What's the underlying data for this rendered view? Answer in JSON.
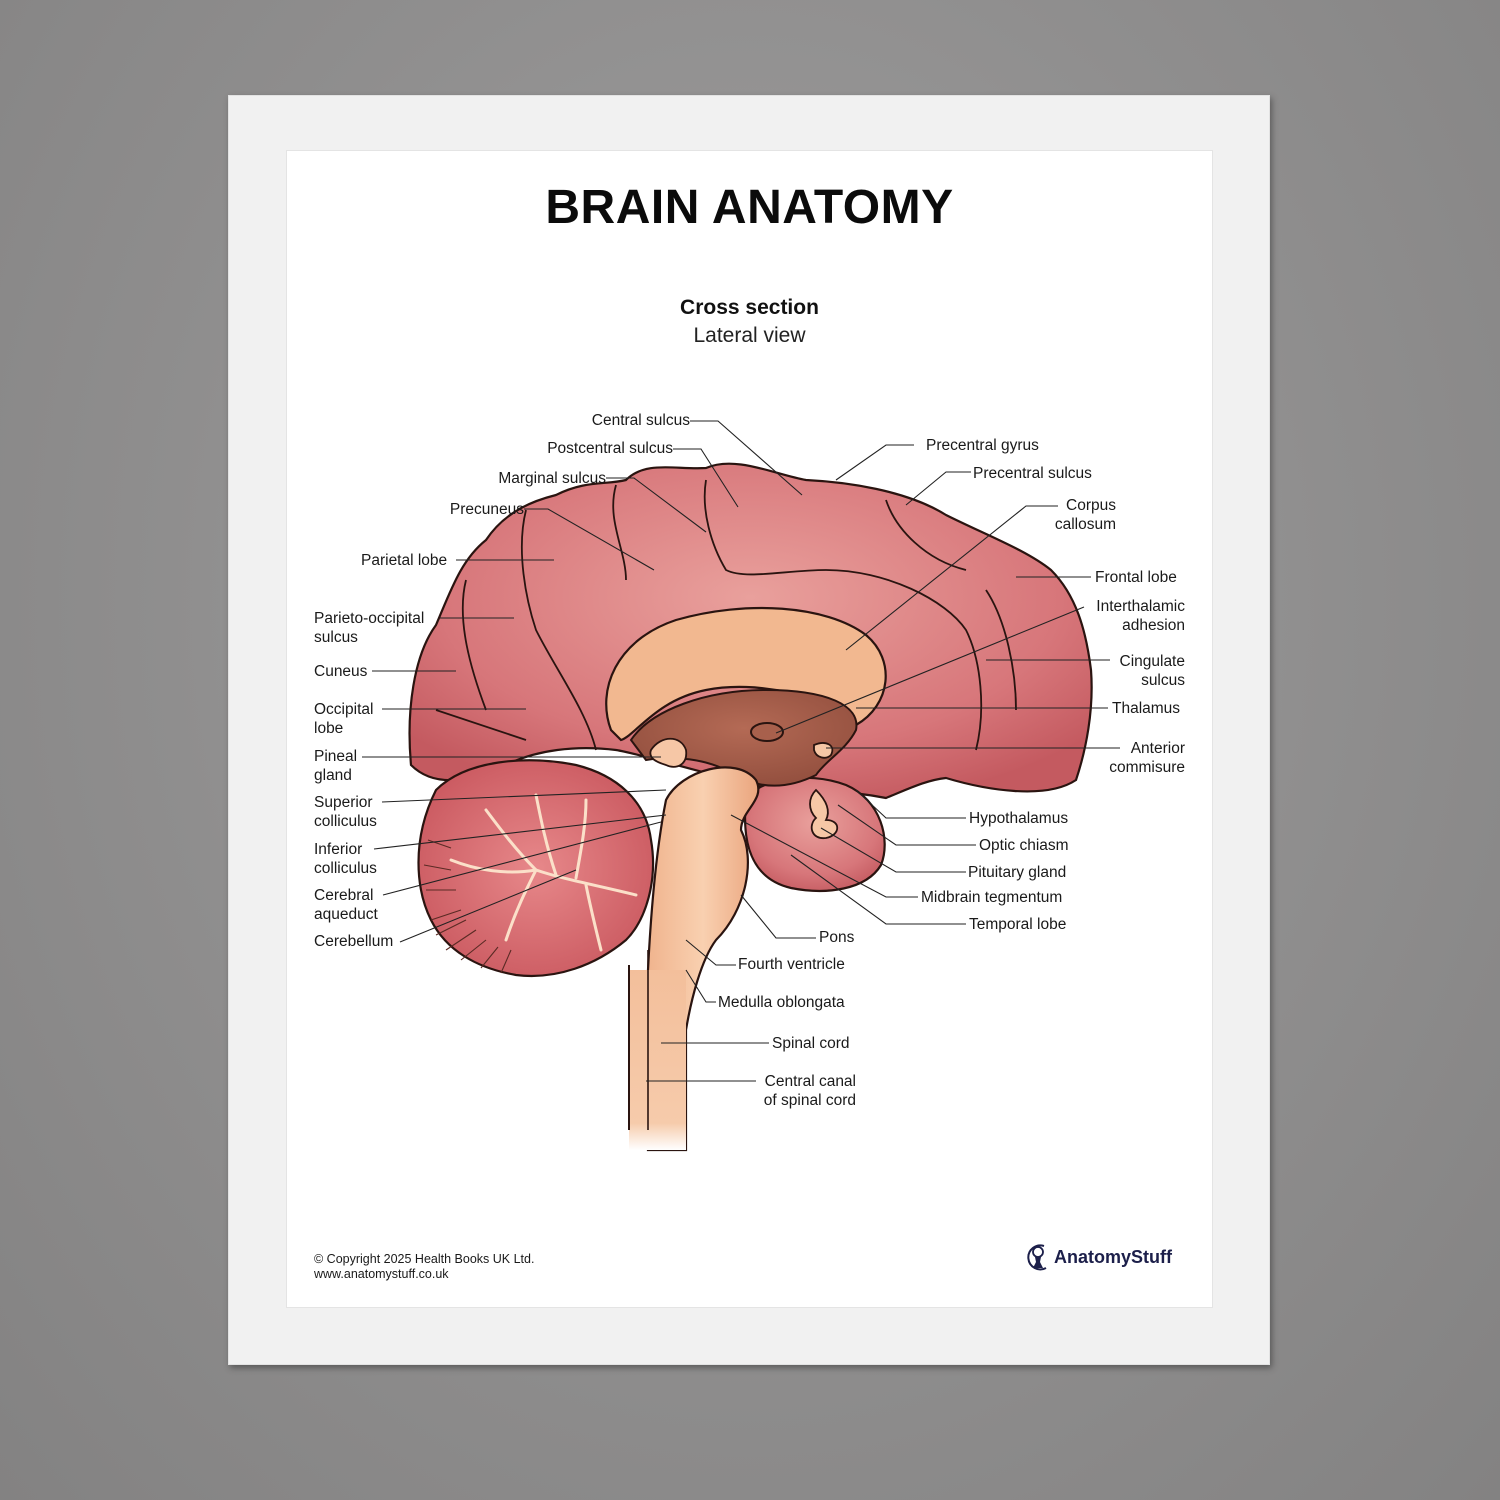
{
  "poster": {
    "title": "BRAIN ANATOMY",
    "subtitle": "Cross section",
    "view": "Lateral view"
  },
  "labels": {
    "left": [
      {
        "id": "central_sulcus",
        "text": "Central sulcus"
      },
      {
        "id": "postcentral_sulcus",
        "text": "Postcentral sulcus"
      },
      {
        "id": "marginal_sulcus",
        "text": "Marginal sulcus"
      },
      {
        "id": "precuneus",
        "text": "Precuneus"
      },
      {
        "id": "parietal_lobe",
        "text": "Parietal lobe"
      },
      {
        "id": "parieto_occipital_sulcus",
        "text": "Parieto-occipital\nsulcus"
      },
      {
        "id": "cuneus",
        "text": "Cuneus"
      },
      {
        "id": "occipital_lobe",
        "text": "Occipital\nlobe"
      },
      {
        "id": "pineal_gland",
        "text": "Pineal\ngland"
      },
      {
        "id": "superior_colliculus",
        "text": "Superior\ncolliculus"
      },
      {
        "id": "inferior_colliculus",
        "text": "Inferior\ncolliculus"
      },
      {
        "id": "cerebral_aqueduct",
        "text": "Cerebral\naqueduct"
      },
      {
        "id": "cerebellum",
        "text": "Cerebellum"
      }
    ],
    "right": [
      {
        "id": "precentral_gyrus",
        "text": "Precentral gyrus"
      },
      {
        "id": "precentral_sulcus",
        "text": "Precentral sulcus"
      },
      {
        "id": "corpus_callosum",
        "text": "Corpus\ncallosum"
      },
      {
        "id": "frontal_lobe",
        "text": "Frontal lobe"
      },
      {
        "id": "interthalamic_adhesion",
        "text": "Interthalamic\nadhesion"
      },
      {
        "id": "cingulate_sulcus",
        "text": "Cingulate\nsulcus"
      },
      {
        "id": "thalamus",
        "text": "Thalamus"
      },
      {
        "id": "anterior_commisure",
        "text": "Anterior\ncommisure"
      },
      {
        "id": "hypothalamus",
        "text": "Hypothalamus"
      },
      {
        "id": "optic_chiasm",
        "text": "Optic chiasm"
      },
      {
        "id": "pituitary_gland",
        "text": "Pituitary gland"
      },
      {
        "id": "midbrain_tegmentum",
        "text": "Midbrain tegmentum"
      },
      {
        "id": "temporal_lobe",
        "text": "Temporal lobe"
      }
    ],
    "bottom": [
      {
        "id": "pons",
        "text": "Pons"
      },
      {
        "id": "fourth_ventricle",
        "text": "Fourth ventricle"
      },
      {
        "id": "medulla_oblongata",
        "text": "Medulla oblongata"
      },
      {
        "id": "spinal_cord",
        "text": "Spinal cord"
      },
      {
        "id": "central_canal",
        "text": "Central canal\nof spinal cord"
      }
    ]
  },
  "footer": {
    "copyright": "© Copyright 2025 Health Books UK Ltd.",
    "website": "www.anatomystuff.co.uk",
    "brand": "AnatomyStuff"
  },
  "colors": {
    "cortex": "#d9777b",
    "white_matter": "#f2b890",
    "deep": "#a8604c",
    "outline": "#2a1410",
    "brand": "#1c1f4a"
  }
}
